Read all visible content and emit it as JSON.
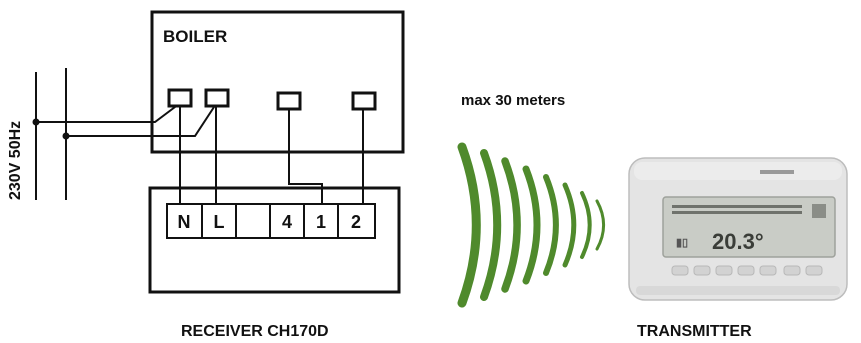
{
  "labels": {
    "boiler": "BOILER",
    "supply": "230V 50Hz",
    "range": "max 30 meters",
    "receiver": "RECEIVER CH170D",
    "transmitter": "TRANSMITTER"
  },
  "receiver_terminals": [
    "N",
    "L",
    "",
    "4",
    "1",
    "2"
  ],
  "transmitter_display": {
    "temperature": "20.3°"
  },
  "colors": {
    "signal_waves": "#4f8a2c",
    "lines": "#111111",
    "device_body": "#e4e4e4",
    "device_screen": "#c9ccc6"
  }
}
